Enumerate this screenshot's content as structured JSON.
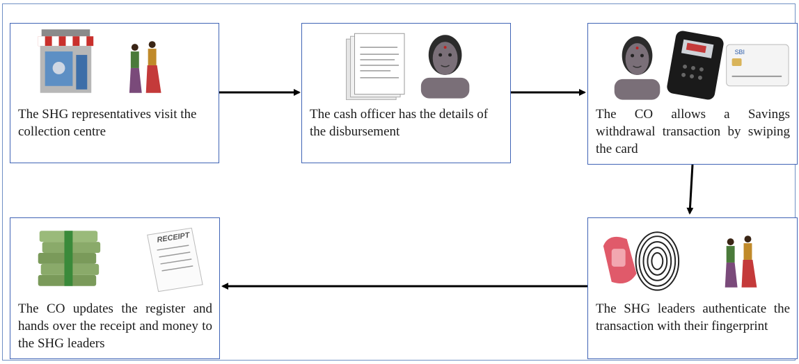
{
  "steps": [
    {
      "text": "The SHG representatives visit the collection centre"
    },
    {
      "text": "The cash officer has the details of the disbursement"
    },
    {
      "text": "The CO allows a Savings withdrawal transaction by swiping the card"
    },
    {
      "text": "The SHG leaders authenticate the transaction with their fingerprint"
    },
    {
      "text": "The CO updates the register and hands over the receipt and money to the SHG leaders"
    }
  ],
  "icons": {
    "pos_brand": "SBI",
    "receipt_title": "RECEIPT"
  }
}
